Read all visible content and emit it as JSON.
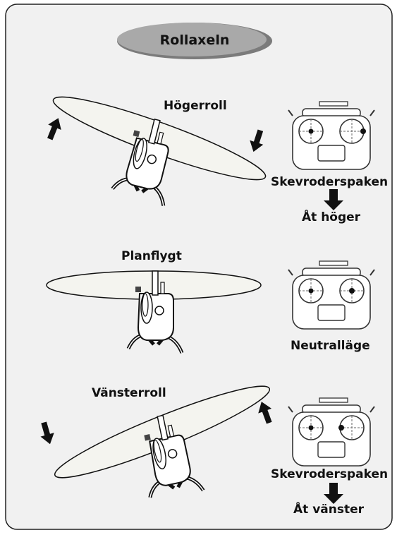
{
  "title": "Rollaxeln",
  "panels": [
    {
      "state_label": "Högerroll",
      "stick_label": "Skevroderspaken",
      "direction_label": "Åt höger"
    },
    {
      "state_label": "Planflygt",
      "stick_label": "Neutralläge"
    },
    {
      "state_label": "Vänsterroll",
      "stick_label": "Skevroderspaken",
      "direction_label": "Åt vänster"
    }
  ],
  "colors": {
    "panel_bg": "#f1f1f1",
    "title_pill": "#a9a9a9",
    "disc_fill": "#f4f4ef",
    "ink": "#111111"
  }
}
